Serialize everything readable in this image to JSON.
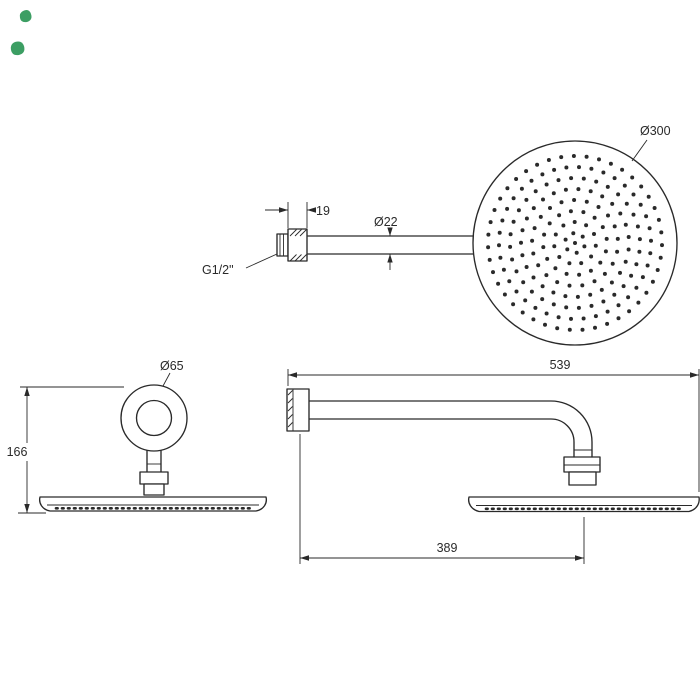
{
  "canvas": {
    "background": "#ffffff",
    "line_color": "#2a2a2a",
    "accent_color": "#3c9e63"
  },
  "labels": {
    "face_diameter": "Ø300",
    "plate_thickness": "19",
    "pipe_diameter": "Ø22",
    "thread": "G1/2\"",
    "flange_diameter": "Ø65",
    "overall_height": "166",
    "overall_length": "539",
    "reach": "389"
  },
  "face": {
    "dot_radius": 2,
    "dot_rings": [
      {
        "r": 0,
        "n": 1
      },
      {
        "r": 10,
        "n": 6
      },
      {
        "r": 21,
        "n": 11
      },
      {
        "r": 32,
        "n": 16
      },
      {
        "r": 43,
        "n": 21
      },
      {
        "r": 54,
        "n": 27
      },
      {
        "r": 65,
        "n": 32
      },
      {
        "r": 76,
        "n": 38
      },
      {
        "r": 87,
        "n": 43
      }
    ]
  }
}
